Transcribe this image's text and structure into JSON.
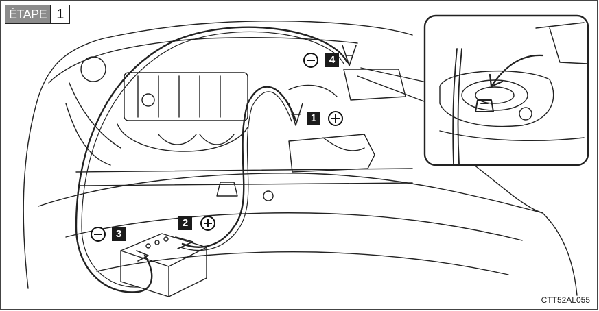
{
  "step": {
    "label": "ÉTAPE",
    "number": "1"
  },
  "markers": [
    {
      "id": "1",
      "sign": "plus"
    },
    {
      "id": "2",
      "sign": "plus"
    },
    {
      "id": "3",
      "sign": "minus"
    },
    {
      "id": "4",
      "sign": "minus"
    }
  ],
  "figure_code": "CTT52AL055"
}
